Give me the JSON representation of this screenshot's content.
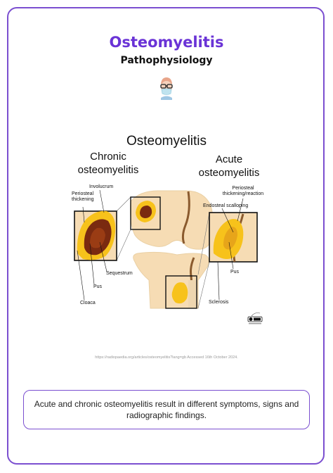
{
  "header": {
    "title": "Osteomyelitis",
    "subtitle": "Pathophysiology"
  },
  "figure": {
    "title": "Osteomyelitis",
    "chronic": {
      "heading": "Chronic osteomyelitis",
      "labels": {
        "involucrum": "Involucrum",
        "periosteal_thickening": "Periosteal thickening",
        "sequestrum": "Sequestrum",
        "pus": "Pus",
        "cloaca": "Cloaca"
      }
    },
    "acute": {
      "heading": "Acute osteomyelitis",
      "labels": {
        "periosteal_reaction": "Periosteal thickening/reaction",
        "endosteal_scalloping": "Endosteal scalloping",
        "pus": "Pus",
        "sclerosis": "Sclerosis"
      }
    },
    "colors": {
      "bone": "#f6dcb4",
      "bone_outline": "#8a5a2e",
      "pus": "#f7c21b",
      "necrosis": "#7a2a10",
      "accent": "#7b4fd0"
    }
  },
  "citation": "https://radiopaedia.org/articles/osteomyelitis?lang=gb Accessed 16th October 2024.",
  "caption": "Acute and chronic osteomyelitis result in different symptoms, signs and radiographic findings."
}
